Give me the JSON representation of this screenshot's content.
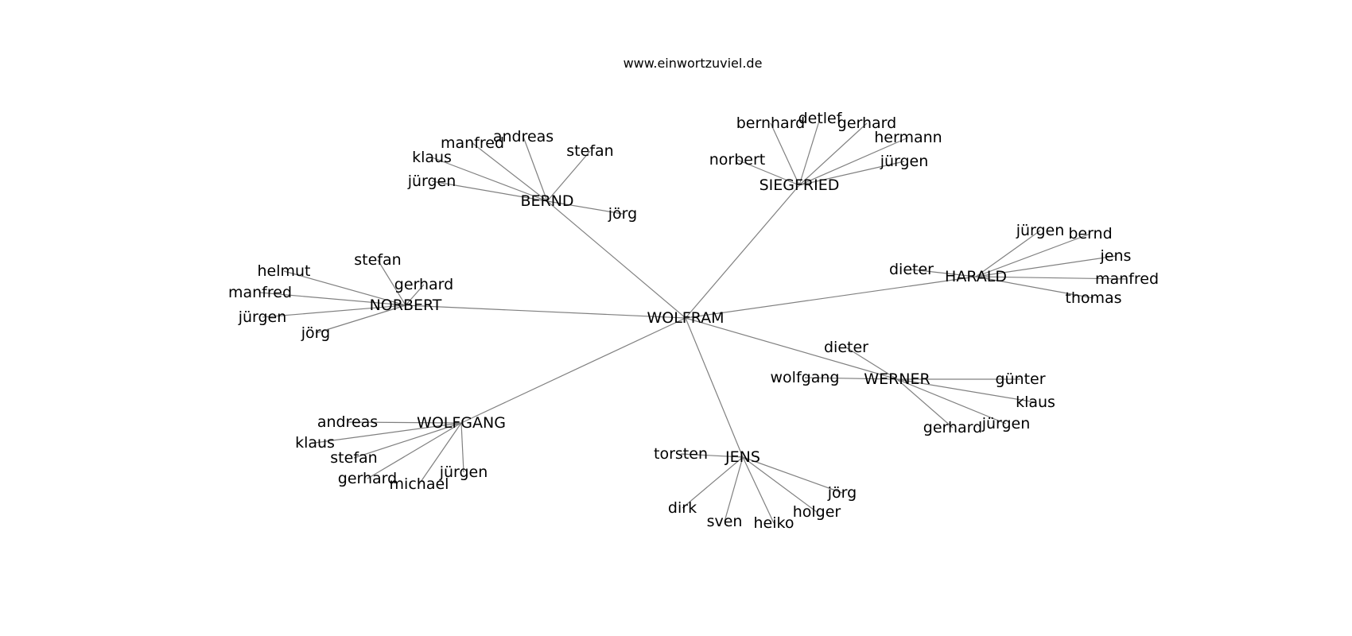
{
  "title": "www.einwortzuviel.de",
  "graph": {
    "center": "WOLFRAM",
    "hubs": [
      {
        "name": "BERND",
        "leaves": [
          "andreas",
          "manfred",
          "klaus",
          "jürgen",
          "stefan",
          "jörg"
        ]
      },
      {
        "name": "SIEGFRIED",
        "leaves": [
          "bernhard",
          "detlef",
          "gerhard",
          "hermann",
          "norbert",
          "jürgen"
        ]
      },
      {
        "name": "HARALD",
        "leaves": [
          "dieter",
          "jürgen",
          "bernd",
          "jens",
          "manfred",
          "thomas"
        ]
      },
      {
        "name": "NORBERT",
        "leaves": [
          "stefan",
          "helmut",
          "gerhard",
          "manfred",
          "jürgen",
          "jörg"
        ]
      },
      {
        "name": "WERNER",
        "leaves": [
          "dieter",
          "wolfgang",
          "günter",
          "klaus",
          "jürgen",
          "gerhard"
        ]
      },
      {
        "name": "WOLFGANG",
        "leaves": [
          "andreas",
          "klaus",
          "stefan",
          "gerhard",
          "michael",
          "jürgen"
        ]
      },
      {
        "name": "JENS",
        "leaves": [
          "torsten",
          "dirk",
          "sven",
          "heiko",
          "holger",
          "jörg"
        ]
      }
    ]
  }
}
